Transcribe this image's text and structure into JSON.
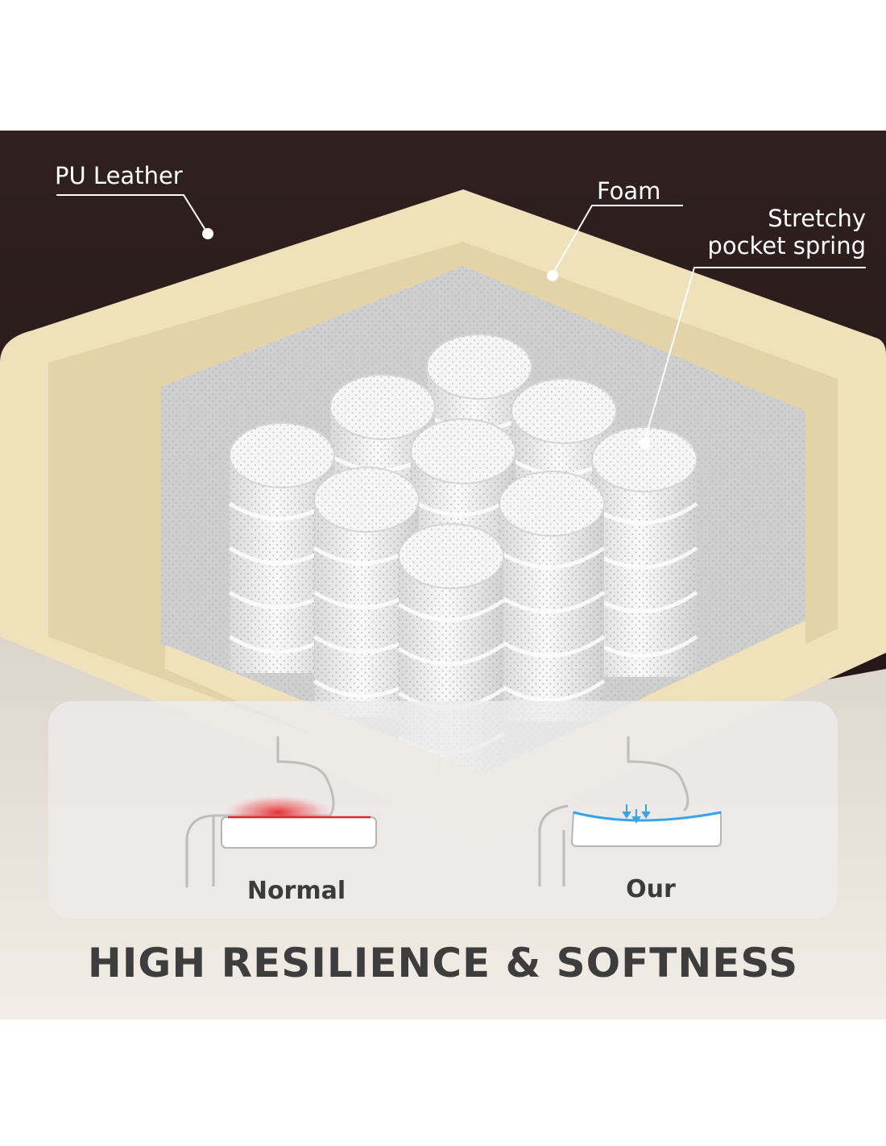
{
  "callouts": {
    "leather": "PU Leather",
    "foam": "Foam",
    "spring_line1": "Stretchy",
    "spring_line2": "pocket spring"
  },
  "comparison": {
    "normal_label": "Normal",
    "our_label": "Our"
  },
  "headline": "HIGH RESILIENCE & SOFTNESS",
  "colors": {
    "leather": "#2e1c1c",
    "foam": "#efe2bb",
    "foam_inner": "#e2d1a4",
    "spring": "#f1f1f1",
    "pressure_red": "#e3262a",
    "relief_blue": "#3aa3e8",
    "panel": "#ececec",
    "headline": "#3d3d3d"
  }
}
